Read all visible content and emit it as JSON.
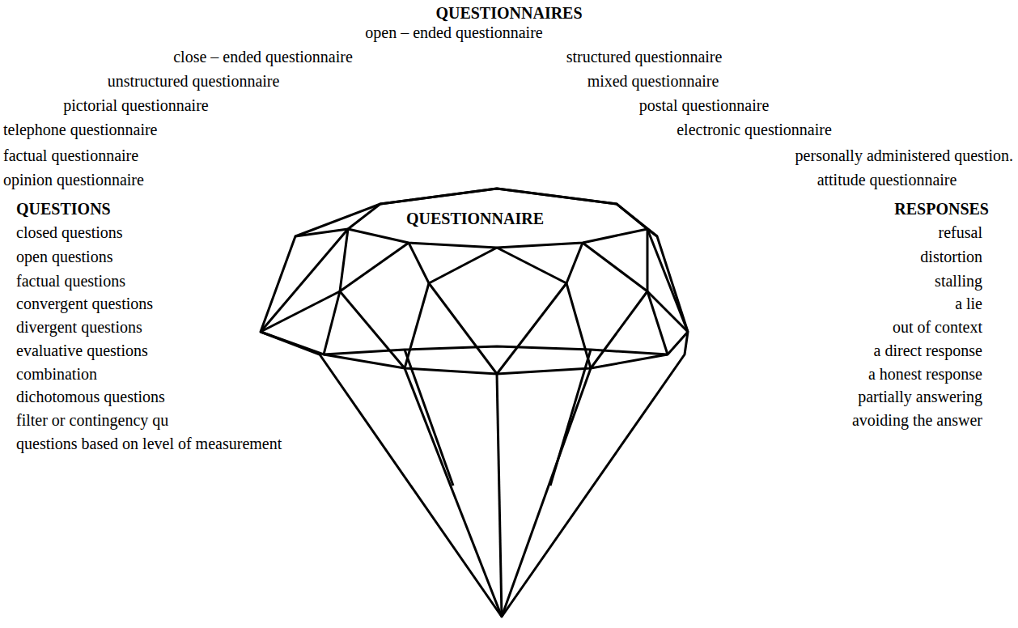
{
  "diagram": {
    "title": "QUESTIONNAIRES",
    "nodes": [
      {
        "text": [
          "QUESTIONNAIRE"
        ]
      }
    ],
    "labels": [
      "open – ended questionnaire",
      "close – ended questionnaire",
      "structured questionnaire",
      "unstructured questionnaire",
      "mixed questionnaire",
      "pictorial questionnaire",
      "postal questionnaire",
      "telephone questionnaire",
      "electronic questionnaire",
      "factual questionnaire",
      "personally administered question.",
      "opinion questionnaire",
      "attitude questionnaire",
      "QUESTIONS",
      "closed questions",
      "open questions",
      "factual questions",
      "convergent questions",
      "divergent questions",
      "evaluative questions",
      "combination",
      "dichotomous questions",
      "filter or contingency qu",
      "questions based on level of measurement",
      "RESPONSES",
      "refusal",
      "distortion",
      "stalling",
      "a lie",
      "out of context",
      "a direct response",
      "a honest response",
      "partially answering",
      "avoiding the answer"
    ]
  }
}
